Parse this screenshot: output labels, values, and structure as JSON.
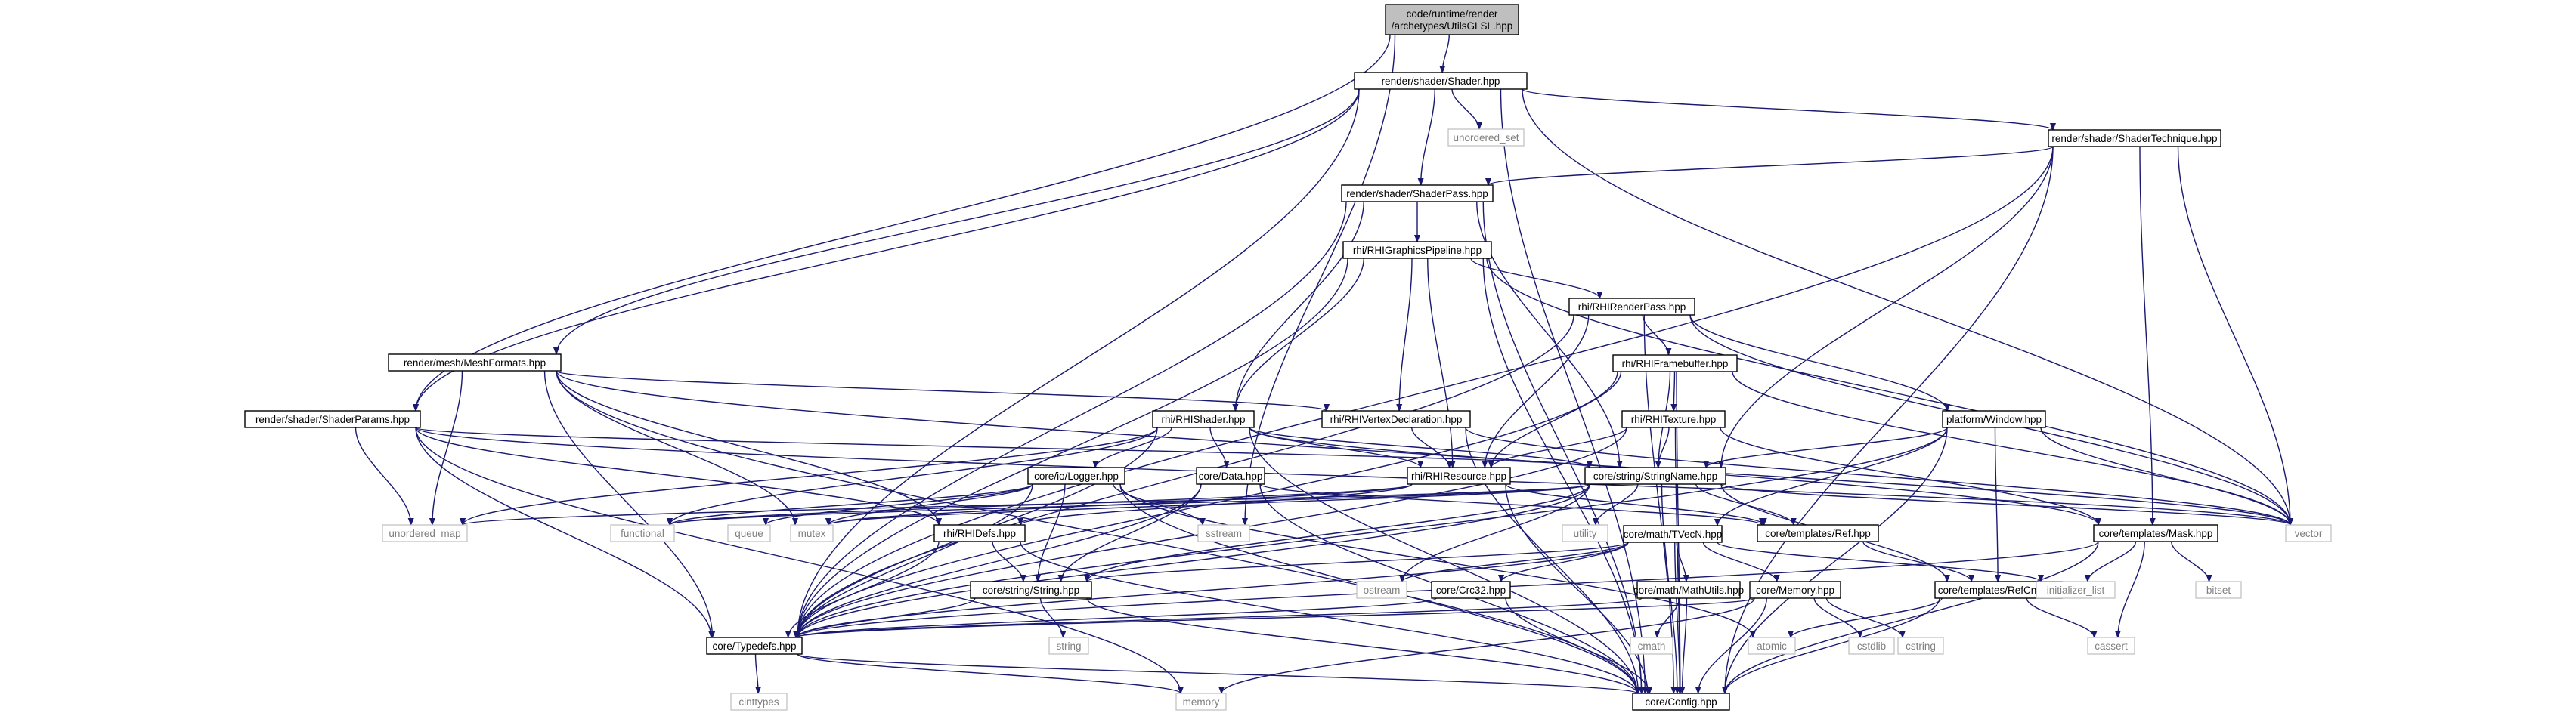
{
  "nodes": [
    {
      "id": "root",
      "lines": [
        "code/runtime/render",
        "/archetypes/UtilsGLSL.hpp"
      ],
      "type": "root"
    },
    {
      "id": "shader",
      "lines": [
        "render/shader/Shader.hpp"
      ],
      "type": "file"
    },
    {
      "id": "unordered_set",
      "lines": [
        "unordered_set"
      ],
      "type": "ext"
    },
    {
      "id": "technique",
      "lines": [
        "render/shader/ShaderTechnique.hpp"
      ],
      "type": "file"
    },
    {
      "id": "pass",
      "lines": [
        "render/shader/ShaderPass.hpp"
      ],
      "type": "file"
    },
    {
      "id": "gp",
      "lines": [
        "rhi/RHIGraphicsPipeline.hpp"
      ],
      "type": "file"
    },
    {
      "id": "rp",
      "lines": [
        "rhi/RHIRenderPass.hpp"
      ],
      "type": "file"
    },
    {
      "id": "meshfmt",
      "lines": [
        "render/mesh/MeshFormats.hpp"
      ],
      "type": "file"
    },
    {
      "id": "fb",
      "lines": [
        "rhi/RHIFramebuffer.hpp"
      ],
      "type": "file"
    },
    {
      "id": "params",
      "lines": [
        "render/shader/ShaderParams.hpp"
      ],
      "type": "file"
    },
    {
      "id": "rhishader",
      "lines": [
        "rhi/RHIShader.hpp"
      ],
      "type": "file"
    },
    {
      "id": "vdecl",
      "lines": [
        "rhi/RHIVertexDeclaration.hpp"
      ],
      "type": "file"
    },
    {
      "id": "tex",
      "lines": [
        "rhi/RHITexture.hpp"
      ],
      "type": "file"
    },
    {
      "id": "window",
      "lines": [
        "platform/Window.hpp"
      ],
      "type": "file"
    },
    {
      "id": "logger",
      "lines": [
        "core/io/Logger.hpp"
      ],
      "type": "file"
    },
    {
      "id": "data",
      "lines": [
        "core/Data.hpp"
      ],
      "type": "file"
    },
    {
      "id": "rhires",
      "lines": [
        "rhi/RHIResource.hpp"
      ],
      "type": "file"
    },
    {
      "id": "strname",
      "lines": [
        "core/string/StringName.hpp"
      ],
      "type": "file"
    },
    {
      "id": "unordered_map",
      "lines": [
        "unordered_map"
      ],
      "type": "ext"
    },
    {
      "id": "functional",
      "lines": [
        "functional"
      ],
      "type": "ext"
    },
    {
      "id": "queue",
      "lines": [
        "queue"
      ],
      "type": "ext"
    },
    {
      "id": "mutex",
      "lines": [
        "mutex"
      ],
      "type": "ext"
    },
    {
      "id": "sstream",
      "lines": [
        "sstream"
      ],
      "type": "ext"
    },
    {
      "id": "rhidefs",
      "lines": [
        "rhi/RHIDefs.hpp"
      ],
      "type": "file"
    },
    {
      "id": "utility",
      "lines": [
        "utility"
      ],
      "type": "ext"
    },
    {
      "id": "ref",
      "lines": [
        "core/templates/Ref.hpp"
      ],
      "type": "file"
    },
    {
      "id": "vector",
      "lines": [
        "vector"
      ],
      "type": "ext"
    },
    {
      "id": "mask",
      "lines": [
        "core/templates/Mask.hpp"
      ],
      "type": "file"
    },
    {
      "id": "tvecn",
      "lines": [
        "core/math/TVecN.hpp"
      ],
      "type": "file"
    },
    {
      "id": "ostream",
      "lines": [
        "ostream"
      ],
      "type": "ext"
    },
    {
      "id": "string_hpp",
      "lines": [
        "core/string/String.hpp"
      ],
      "type": "file"
    },
    {
      "id": "crc32",
      "lines": [
        "core/Crc32.hpp"
      ],
      "type": "file"
    },
    {
      "id": "mathutils",
      "lines": [
        "core/math/MathUtils.hpp"
      ],
      "type": "file"
    },
    {
      "id": "memory_hpp",
      "lines": [
        "core/Memory.hpp"
      ],
      "type": "file"
    },
    {
      "id": "refcnt",
      "lines": [
        "core/templates/RefCnt.hpp"
      ],
      "type": "file"
    },
    {
      "id": "init_list",
      "lines": [
        "initializer_list"
      ],
      "type": "ext"
    },
    {
      "id": "bitset",
      "lines": [
        "bitset"
      ],
      "type": "ext"
    },
    {
      "id": "typedefs",
      "lines": [
        "core/Typedefs.hpp"
      ],
      "type": "file"
    },
    {
      "id": "string",
      "lines": [
        "string"
      ],
      "type": "ext"
    },
    {
      "id": "cmath",
      "lines": [
        "cmath"
      ],
      "type": "ext"
    },
    {
      "id": "atomic",
      "lines": [
        "atomic"
      ],
      "type": "ext"
    },
    {
      "id": "cstdlib",
      "lines": [
        "cstdlib"
      ],
      "type": "ext"
    },
    {
      "id": "cstring",
      "lines": [
        "cstring"
      ],
      "type": "ext"
    },
    {
      "id": "cassert",
      "lines": [
        "cassert"
      ],
      "type": "ext"
    },
    {
      "id": "cinttypes",
      "lines": [
        "cinttypes"
      ],
      "type": "ext"
    },
    {
      "id": "memory",
      "lines": [
        "memory"
      ],
      "type": "ext"
    },
    {
      "id": "config",
      "lines": [
        "core/Config.hpp"
      ],
      "type": "file"
    }
  ],
  "edges": [
    [
      "root",
      "shader"
    ],
    [
      "root",
      "params"
    ],
    [
      "root",
      "sstream"
    ],
    [
      "shader",
      "unordered_set"
    ],
    [
      "shader",
      "technique"
    ],
    [
      "shader",
      "pass"
    ],
    [
      "shader",
      "meshfmt"
    ],
    [
      "shader",
      "params"
    ],
    [
      "shader",
      "typedefs"
    ],
    [
      "shader",
      "vector"
    ],
    [
      "shader",
      "config"
    ],
    [
      "technique",
      "pass"
    ],
    [
      "technique",
      "strname"
    ],
    [
      "technique",
      "mask"
    ],
    [
      "technique",
      "vector"
    ],
    [
      "technique",
      "config"
    ],
    [
      "technique",
      "typedefs"
    ],
    [
      "pass",
      "gp"
    ],
    [
      "pass",
      "rhishader"
    ],
    [
      "pass",
      "strname"
    ],
    [
      "pass",
      "typedefs"
    ],
    [
      "pass",
      "config"
    ],
    [
      "gp",
      "rp"
    ],
    [
      "gp",
      "rhishader"
    ],
    [
      "gp",
      "vdecl"
    ],
    [
      "gp",
      "rhires"
    ],
    [
      "gp",
      "typedefs"
    ],
    [
      "gp",
      "vector"
    ],
    [
      "gp",
      "config"
    ],
    [
      "rp",
      "fb"
    ],
    [
      "rp",
      "window"
    ],
    [
      "rp",
      "rhires"
    ],
    [
      "rp",
      "typedefs"
    ],
    [
      "rp",
      "vector"
    ],
    [
      "rp",
      "config"
    ],
    [
      "meshfmt",
      "vdecl"
    ],
    [
      "meshfmt",
      "unordered_map"
    ],
    [
      "meshfmt",
      "mutex"
    ],
    [
      "meshfmt",
      "rhidefs"
    ],
    [
      "meshfmt",
      "typedefs"
    ],
    [
      "meshfmt",
      "config"
    ],
    [
      "meshfmt",
      "mask"
    ],
    [
      "fb",
      "tex"
    ],
    [
      "fb",
      "rhires"
    ],
    [
      "fb",
      "strname"
    ],
    [
      "fb",
      "typedefs"
    ],
    [
      "fb",
      "vector"
    ],
    [
      "fb",
      "config"
    ],
    [
      "params",
      "strname"
    ],
    [
      "params",
      "unordered_map"
    ],
    [
      "params",
      "rhidefs"
    ],
    [
      "params",
      "typedefs"
    ],
    [
      "params",
      "memory"
    ],
    [
      "params",
      "vector"
    ],
    [
      "rhishader",
      "logger"
    ],
    [
      "rhishader",
      "data"
    ],
    [
      "rhishader",
      "rhires"
    ],
    [
      "rhishader",
      "strname"
    ],
    [
      "rhishader",
      "unordered_map"
    ],
    [
      "rhishader",
      "functional"
    ],
    [
      "rhishader",
      "typedefs"
    ],
    [
      "rhishader",
      "vector"
    ],
    [
      "rhishader",
      "config"
    ],
    [
      "vdecl",
      "rhires"
    ],
    [
      "vdecl",
      "vector"
    ],
    [
      "vdecl",
      "config"
    ],
    [
      "tex",
      "rhires"
    ],
    [
      "tex",
      "strname"
    ],
    [
      "tex",
      "mask"
    ],
    [
      "tex",
      "typedefs"
    ],
    [
      "tex",
      "config"
    ],
    [
      "window",
      "strname"
    ],
    [
      "window",
      "tvecn"
    ],
    [
      "window",
      "refcnt"
    ],
    [
      "window",
      "typedefs"
    ],
    [
      "window",
      "vector"
    ],
    [
      "window",
      "config"
    ],
    [
      "logger",
      "functional"
    ],
    [
      "logger",
      "queue"
    ],
    [
      "logger",
      "mutex"
    ],
    [
      "logger",
      "sstream"
    ],
    [
      "logger",
      "string_hpp"
    ],
    [
      "logger",
      "atomic"
    ],
    [
      "logger",
      "typedefs"
    ],
    [
      "logger",
      "config"
    ],
    [
      "data",
      "string_hpp"
    ],
    [
      "data",
      "ref"
    ],
    [
      "data",
      "typedefs"
    ],
    [
      "data",
      "config"
    ],
    [
      "rhires",
      "rhidefs"
    ],
    [
      "rhires",
      "ref"
    ],
    [
      "rhires",
      "functional"
    ],
    [
      "rhires",
      "mutex"
    ],
    [
      "rhires",
      "config"
    ],
    [
      "strname",
      "string_hpp"
    ],
    [
      "strname",
      "ref"
    ],
    [
      "strname",
      "refcnt"
    ],
    [
      "strname",
      "utility"
    ],
    [
      "strname",
      "ostream"
    ],
    [
      "strname",
      "typedefs"
    ],
    [
      "strname",
      "config"
    ],
    [
      "strname",
      "vector"
    ],
    [
      "strname",
      "unordered_map"
    ],
    [
      "strname",
      "functional"
    ],
    [
      "strname",
      "mutex"
    ],
    [
      "rhidefs",
      "string_hpp"
    ],
    [
      "rhidefs",
      "typedefs"
    ],
    [
      "rhidefs",
      "config"
    ],
    [
      "ref",
      "refcnt"
    ],
    [
      "mask",
      "init_list"
    ],
    [
      "mask",
      "bitset"
    ],
    [
      "mask",
      "cassert"
    ],
    [
      "mask",
      "typedefs"
    ],
    [
      "mask",
      "config"
    ],
    [
      "tvecn",
      "crc32"
    ],
    [
      "tvecn",
      "mathutils"
    ],
    [
      "tvecn",
      "memory_hpp"
    ],
    [
      "tvecn",
      "init_list"
    ],
    [
      "tvecn",
      "ostream"
    ],
    [
      "tvecn",
      "string_hpp"
    ],
    [
      "tvecn",
      "typedefs"
    ],
    [
      "tvecn",
      "config"
    ],
    [
      "string_hpp",
      "string"
    ],
    [
      "string_hpp",
      "typedefs"
    ],
    [
      "string_hpp",
      "config"
    ],
    [
      "crc32",
      "typedefs"
    ],
    [
      "crc32",
      "config"
    ],
    [
      "mathutils",
      "cmath"
    ],
    [
      "mathutils",
      "typedefs"
    ],
    [
      "mathutils",
      "config"
    ],
    [
      "memory_hpp",
      "cstdlib"
    ],
    [
      "memory_hpp",
      "cstring"
    ],
    [
      "memory_hpp",
      "memory"
    ],
    [
      "memory_hpp",
      "typedefs"
    ],
    [
      "memory_hpp",
      "config"
    ],
    [
      "refcnt",
      "atomic"
    ],
    [
      "refcnt",
      "cassert"
    ],
    [
      "refcnt",
      "config"
    ],
    [
      "typedefs",
      "cinttypes"
    ],
    [
      "typedefs",
      "memory"
    ],
    [
      "typedefs",
      "config"
    ]
  ]
}
